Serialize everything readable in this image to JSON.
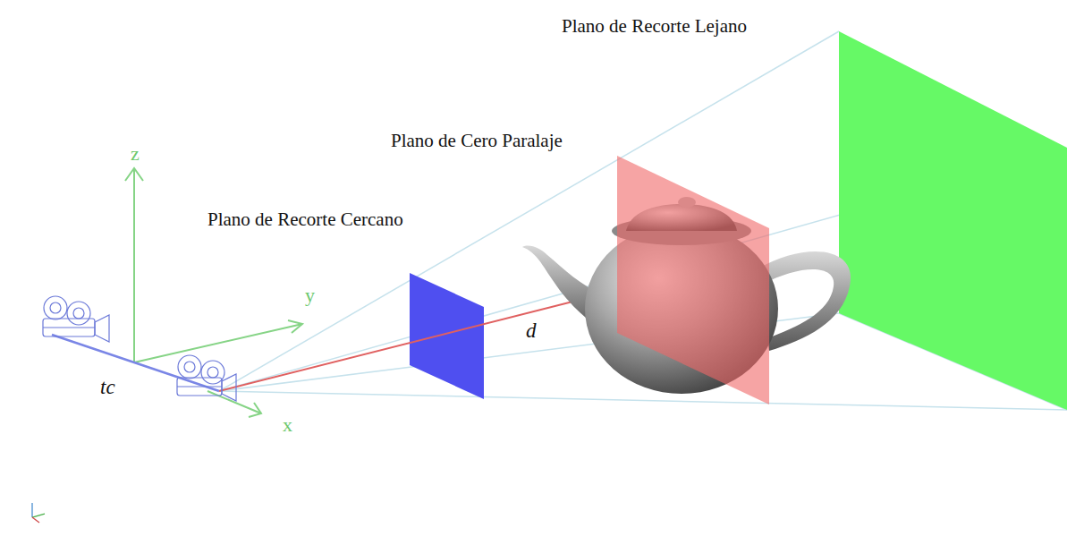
{
  "diagram": {
    "labels": [
      "Plano de Recorte Lejano",
      "Plano de Cero Paralaje",
      "Plano de Recorte Cercano",
      "z",
      "y",
      "x",
      "d",
      "tc"
    ]
  }
}
